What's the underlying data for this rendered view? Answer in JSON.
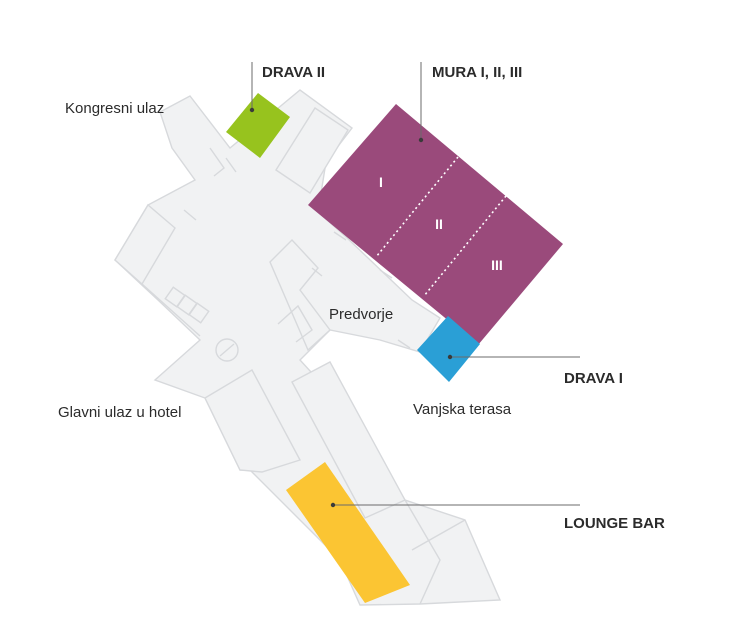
{
  "labels": {
    "drava_ii": "DRAVA II",
    "mura": "MURA I, II, III",
    "kongresni_ulaz": "Kongresni ulaz",
    "predvorje": "Predvorje",
    "drava_i": "DRAVA I",
    "vanjska_terasa": "Vanjska terasa",
    "glavni_ulaz": "Glavni ulaz u hotel",
    "lounge_bar": "LOUNGE BAR"
  },
  "rooms": {
    "mura_1": "I",
    "mura_2": "II",
    "mura_3": "III"
  },
  "colors": {
    "floor": "#f1f2f3",
    "walls": "#d7d9dc",
    "drava_ii": "#97c31e",
    "mura": "#9a4a7b",
    "drava_i": "#2a9fd6",
    "lounge_bar": "#fbc533",
    "text": "#2b2b2b"
  }
}
